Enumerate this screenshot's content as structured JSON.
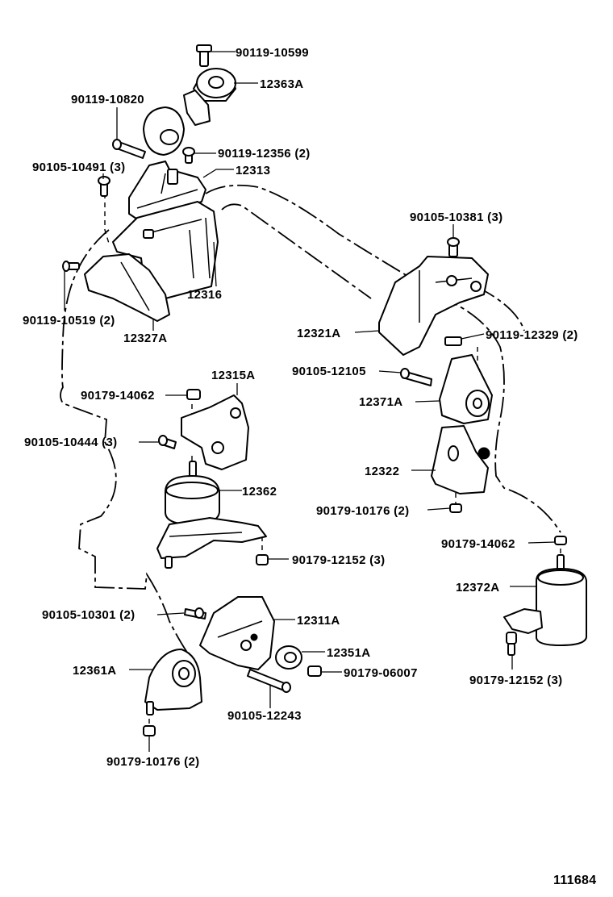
{
  "parts": {
    "p1": "90119-10599",
    "p2": "12363A",
    "p3": "90119-10820",
    "p4": "90119-12356 (2)",
    "p5": "90105-10491 (3)",
    "p6": "12313",
    "p7": "90105-10381 (3)",
    "p8": "12316",
    "p9": "90119-10519 (2)",
    "p10": "12327A",
    "p11": "12321A",
    "p12": "90119-12329 (2)",
    "p13": "90105-12105",
    "p14": "12315A",
    "p15": "90179-14062",
    "p16": "12371A",
    "p17": "90105-10444 (3)",
    "p18": "12322",
    "p19": "12362",
    "p20": "90179-10176 (2)",
    "p21": "90179-14062",
    "p22": "90179-12152 (3)",
    "p23": "12372A",
    "p24": "90105-10301 (2)",
    "p25": "12311A",
    "p26": "12351A",
    "p27": "12361A",
    "p28": "90179-06007",
    "p29": "90179-12152 (3)",
    "p30": "90105-12243",
    "p31": "90179-10176 (2)"
  },
  "diagram_number": "111684"
}
